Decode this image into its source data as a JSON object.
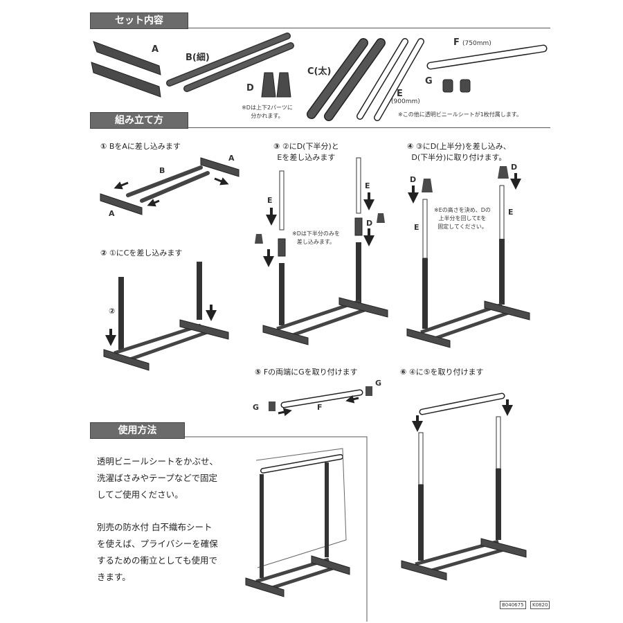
{
  "sections": {
    "contents": "セット内容",
    "assembly": "組み立て方",
    "usage": "使用方法"
  },
  "parts": {
    "a": "A",
    "b": "B(細)",
    "c": "C(太)",
    "d": "D",
    "e": "E",
    "e_size": "(900mm)",
    "f": "F",
    "f_size": "(750mm)",
    "g": "G",
    "d_note_1": "※Dは上下2パーツに",
    "d_note_2": "分かれます。",
    "extra_note": "※この他に透明ビニールシートが1枚付属します。"
  },
  "steps": [
    {
      "num": "①",
      "text": "BをAに差し込みます"
    },
    {
      "num": "②",
      "text": "①にCを差し込みます"
    },
    {
      "num": "③",
      "text_1": "②にD(下半分)と",
      "text_2": "Eを差し込みます",
      "note_1": "※Dは下半分のみを",
      "note_2": "差し込みます。"
    },
    {
      "num": "④",
      "text_1": "③にD(上半分)を差し込み、",
      "text_2": "D(下半分)に取り付けます。",
      "note_1": "※Eの高さを決め、Dの",
      "note_2": "上半分を回してEを",
      "note_3": "固定してください。"
    },
    {
      "num": "⑤",
      "text": "Fの両端にGを取り付けます"
    },
    {
      "num": "⑥",
      "text": "④に⑤を取り付けます"
    }
  ],
  "usage_text": {
    "p1": [
      "透明ビニールシートをかぶせ、",
      "洗濯ばさみやテープなどで固定",
      "してご使用ください。"
    ],
    "p2": [
      "別売の防水付 白不織布シート",
      "を使えば、プライバシーを確保",
      "するための衝立としても使用で",
      "きます。"
    ]
  },
  "codes": [
    "B040675",
    "K0820"
  ],
  "colors": {
    "header": "#6b6b6b",
    "part": "#4a4a4a"
  }
}
